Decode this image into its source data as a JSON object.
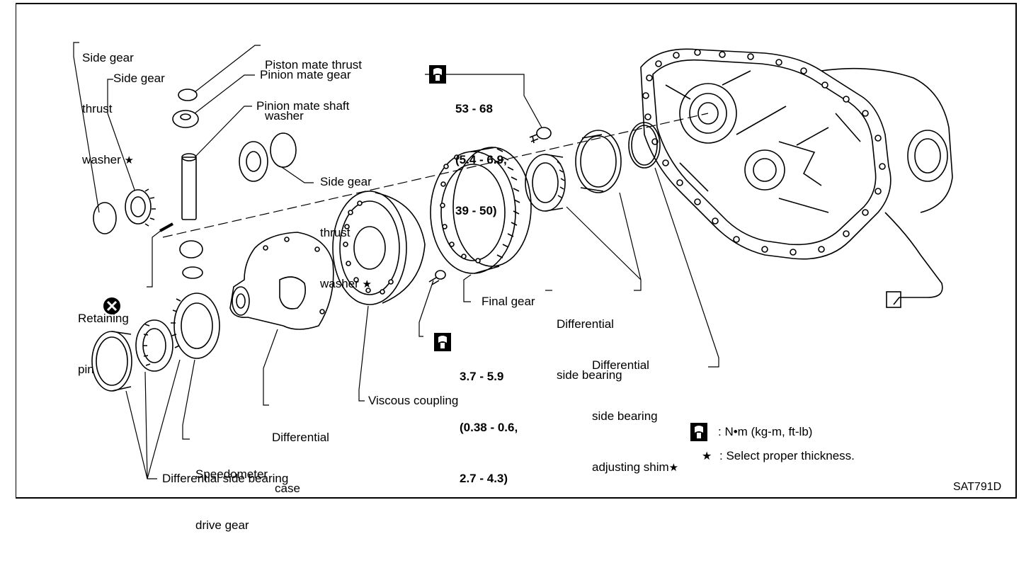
{
  "labels": {
    "side_gear_thrust_washer_left": [
      "Side gear",
      "thrust",
      "washer"
    ],
    "side_gear": "Side gear",
    "piston_mate_thrust_washer": [
      "Piston mate thrust",
      "washer"
    ],
    "pinion_mate_gear": "Pinion mate gear",
    "pinion_mate_shaft": "Pinion mate shaft",
    "side_gear_thrust_washer_right": [
      "Side gear",
      "thrust",
      "washer"
    ],
    "retaining_pin": [
      "Retaining",
      "pin"
    ],
    "differential_case": [
      "Differential",
      "case"
    ],
    "viscous_coupling": "Viscous coupling",
    "final_gear": "Final gear",
    "differential_side_bearing_right": [
      "Differential",
      "side bearing"
    ],
    "differential_side_bearing_adjusting_shim": [
      "Differential",
      "side bearing",
      "adjusting shim"
    ],
    "speedometer_drive_gear": [
      "Speedometer",
      "drive gear"
    ],
    "differential_side_bearing_bottom": "Differential side bearing"
  },
  "torque_top": [
    "53 - 68",
    "(5.4 - 6.9,",
    "39 - 50)"
  ],
  "torque_mid": [
    "3.7 - 5.9",
    "(0.38 - 0.6,",
    "2.7 - 4.3)"
  ],
  "legend": {
    "torque_unit": ": N•m (kg-m, ft-lb)",
    "star_note": ": Select proper thickness."
  },
  "symbols": {
    "star": "★",
    "wrench_icon": "torque-wrench-icon",
    "no_reuse_icon": "x-circle-icon"
  },
  "figure_id": "SAT791D"
}
